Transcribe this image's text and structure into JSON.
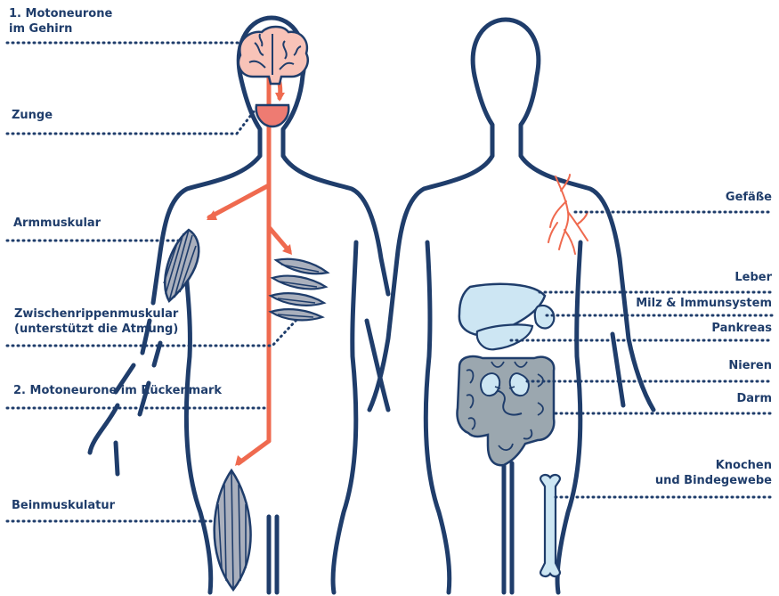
{
  "colors": {
    "outline": "#1f3d6b",
    "nerve": "#ef6a4f",
    "brain_fill": "#f8c3b8",
    "tongue_fill": "#ee7b72",
    "muscle_fill": "#aab0bd",
    "organ_fill": "#cde6f3",
    "gut_fill": "#9ba7af",
    "vessel": "#ef6a4f",
    "leader": "#1f3d6b"
  },
  "labels_left": {
    "motor1_line1": "1. Motoneurone",
    "motor1_line2": "im Gehirn",
    "tongue": "Zunge",
    "arm": "Armmuskular",
    "intercostal_line1": "Zwischenrippenmuskular",
    "intercostal_line2": "(unterstützt die Atmung)",
    "motor2": "2. Motoneurone im Rückenmark",
    "leg": "Beinmuskulatur"
  },
  "labels_right": {
    "vessels": "Gefäße",
    "liver": "Leber",
    "spleen": "Milz & Immunsystem",
    "pancreas": "Pankreas",
    "kidneys": "Nieren",
    "gut": "Darm",
    "bone_line1": "Knochen",
    "bone_line2": "und Bindegewebe"
  },
  "icons": [
    "brain-icon",
    "tongue-icon",
    "arm-muscle-icon",
    "intercostal-muscle-icon",
    "leg-muscle-icon",
    "blood-vessel-icon",
    "liver-icon",
    "spleen-icon",
    "pancreas-icon",
    "kidney-icon",
    "intestine-icon",
    "bone-icon"
  ]
}
